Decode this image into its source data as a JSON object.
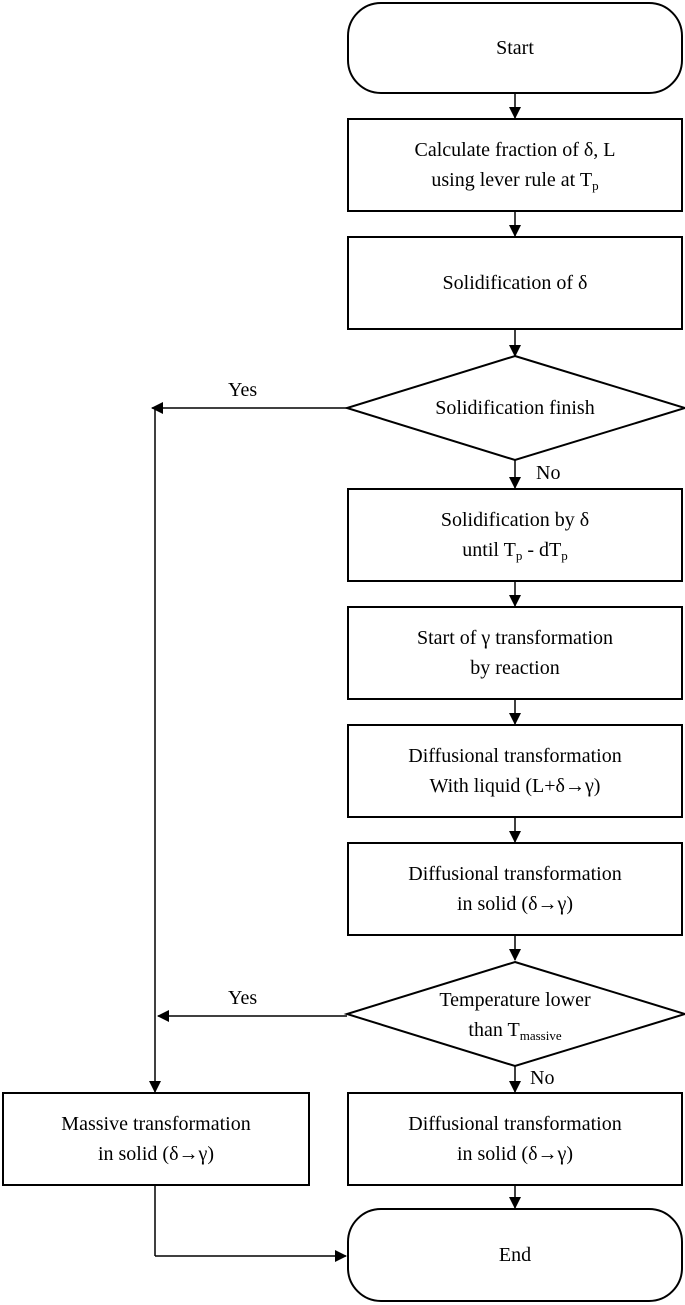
{
  "nodes": {
    "start": {
      "text": "Start"
    },
    "calc": {
      "line1": "Calculate fraction of δ, L",
      "line2": "using lever rule at T",
      "line2_sub": "p"
    },
    "solid_delta": {
      "text": "Solidification of δ"
    },
    "finish": {
      "text": "Solidification finish"
    },
    "solid_by": {
      "line1": "Solidification by δ",
      "line2_a": "until T",
      "line2_sub1": "p",
      "line2_b": " - dT",
      "line2_sub2": "p"
    },
    "start_gamma": {
      "line1": "Start of γ transformation",
      "line2": "by reaction"
    },
    "diff_liquid": {
      "line1": "Diffusional transformation",
      "line2": "With liquid (L+δ→γ)"
    },
    "diff_solid1": {
      "line1": "Diffusional transformation",
      "line2": "in solid (δ→γ)"
    },
    "temp": {
      "line1": "Temperature lower",
      "line2_a": "than T",
      "line2_sub": "massive"
    },
    "massive": {
      "line1": "Massive transformation",
      "line2": "in solid (δ→γ)"
    },
    "diff_solid2": {
      "line1": "Diffusional transformation",
      "line2": "in solid (δ→γ)"
    },
    "end": {
      "text": "End"
    }
  },
  "edge_labels": {
    "yes1": "Yes",
    "no1": "No",
    "yes2": "Yes",
    "no2": "No"
  }
}
